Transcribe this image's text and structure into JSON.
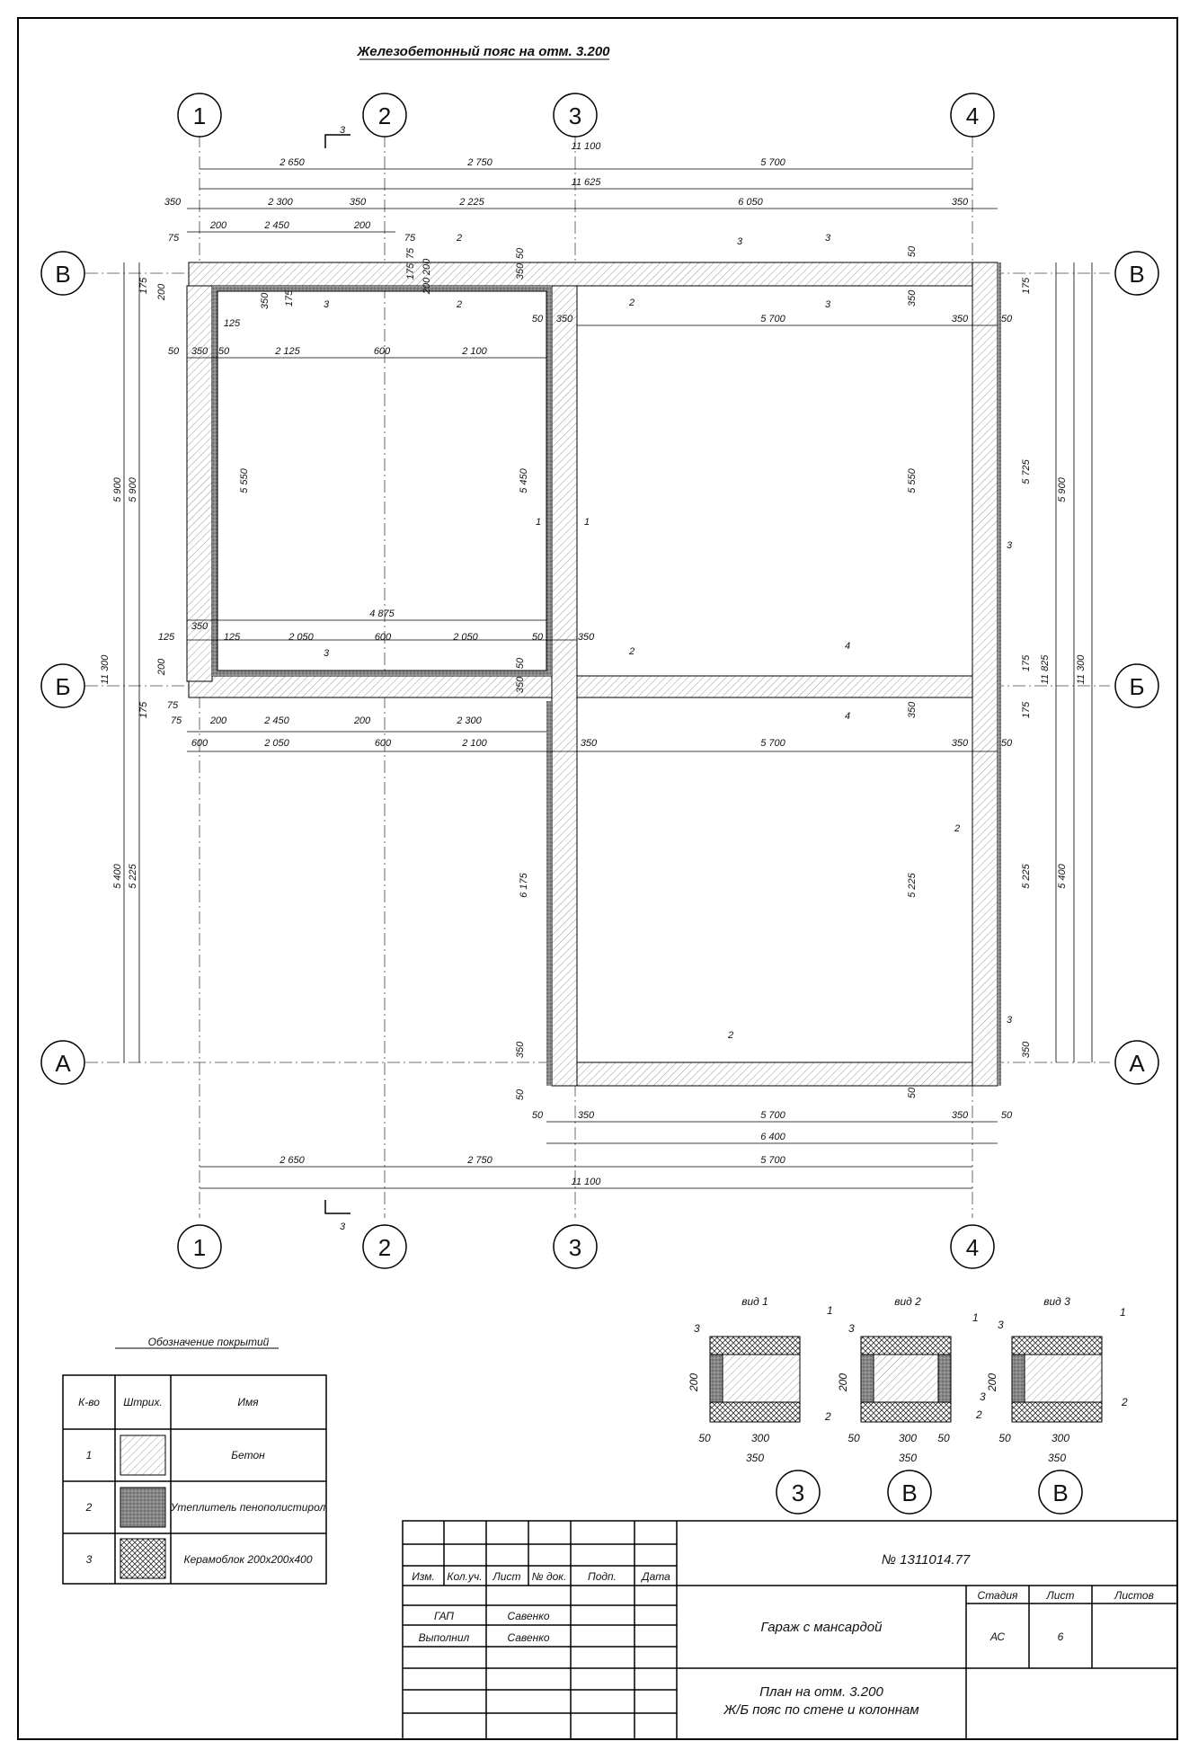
{
  "title": "Железобетонный пояс на отм. 3.200",
  "axes": {
    "columns": [
      "1",
      "2",
      "3",
      "4"
    ],
    "rows": [
      "В",
      "Б",
      "А"
    ]
  },
  "dims": {
    "top_chain": [
      "2 650",
      "2 750",
      "5 700"
    ],
    "top_total": "11 100",
    "top_total2": "11 625",
    "top_row2": [
      "350",
      "2 300",
      "350",
      "2 225",
      "6 050",
      "350"
    ],
    "top_row3": [
      "75",
      "200",
      "2 450",
      "200",
      "75"
    ],
    "room_upper": [
      "50",
      "350",
      "50",
      "2 125",
      "600",
      "2 100"
    ],
    "right_upper": [
      "50",
      "350",
      "5 700",
      "350",
      "50"
    ],
    "mid_upper": [
      "350",
      "125",
      "2 050",
      "600",
      "2 050",
      "50",
      "350"
    ],
    "mid_total": "4 875",
    "mid_lower": [
      "75",
      "200",
      "2 450",
      "200",
      "2 300"
    ],
    "mid_lower2": [
      "600",
      "2 050",
      "600",
      "2 100",
      "350",
      "5 700",
      "350",
      "50"
    ],
    "bottom_row": [
      "50",
      "350",
      "5 700",
      "350",
      "50"
    ],
    "bottom_total": "6 400",
    "bottom_chain": [
      "2 650",
      "2 750",
      "5 700"
    ],
    "bottom_total2": "11 100",
    "left_vert": [
      "5 900",
      "5 900",
      "11 300",
      "5 400",
      "5 225"
    ],
    "left_small": [
      "175",
      "200",
      "125",
      "175",
      "200",
      "125",
      "75"
    ],
    "inner_vert": [
      "5 550",
      "5 450",
      "5 550",
      "6 175",
      "5 225"
    ],
    "right_vert": [
      "5 725",
      "5 900",
      "11 300",
      "11 825",
      "5 225",
      "5 400"
    ],
    "right_small": [
      "175",
      "175",
      "175",
      "350",
      "350",
      "350",
      "50",
      "50"
    ],
    "wall_small": [
      "50",
      "350",
      "350",
      "50",
      "350",
      "50",
      "175",
      "200",
      "75"
    ],
    "small_col": [
      "350",
      "175",
      "200"
    ]
  },
  "markers": {
    "section": "3",
    "section_marks": [
      "2",
      "2",
      "3",
      "3",
      "1",
      "1",
      "4",
      "4"
    ],
    "leaders": [
      "3",
      "2",
      "3",
      "2",
      "3",
      "2",
      "3",
      "3",
      "2"
    ]
  },
  "legend": {
    "title": "Обозначение покрытий",
    "headers": [
      "К-во",
      "Штрих.",
      "Имя"
    ],
    "rows": [
      {
        "num": "1",
        "name": "Бетон"
      },
      {
        "num": "2",
        "name": "Утеплитель пенополистирол"
      },
      {
        "num": "3",
        "name": "Керамоблок 200х200х400"
      }
    ]
  },
  "views": [
    {
      "title": "вид 1",
      "axis": "3",
      "dims": [
        "200",
        "50",
        "300",
        "350"
      ],
      "callouts": [
        "1",
        "2",
        "3"
      ]
    },
    {
      "title": "вид 2",
      "axis": "В",
      "dims": [
        "200",
        "50",
        "300",
        "50",
        "350"
      ],
      "callouts": [
        "1",
        "2",
        "3",
        "3"
      ]
    },
    {
      "title": "вид 3",
      "axis": "В",
      "dims": [
        "200",
        "50",
        "300",
        "350"
      ],
      "callouts": [
        "1",
        "2",
        "3"
      ]
    }
  ],
  "stamp": {
    "doc_number": "№ 1311014.77",
    "cols": [
      "Изм.",
      "Кол.уч.",
      "Лист",
      "№ док.",
      "Подп.",
      "Дата"
    ],
    "roles": [
      {
        "role": "ГАП",
        "name": "Савенко"
      },
      {
        "role": "Выполнил",
        "name": "Савенко"
      }
    ],
    "project": "Гараж с мансардой",
    "sheet_title_1": "План на отм. 3.200",
    "sheet_title_2": "Ж/Б пояс по стене и колоннам",
    "stage_label": "Стадия",
    "sheet_label": "Лист",
    "sheets_label": "Листов",
    "stage": "АС",
    "sheet": "6",
    "sheets": ""
  }
}
